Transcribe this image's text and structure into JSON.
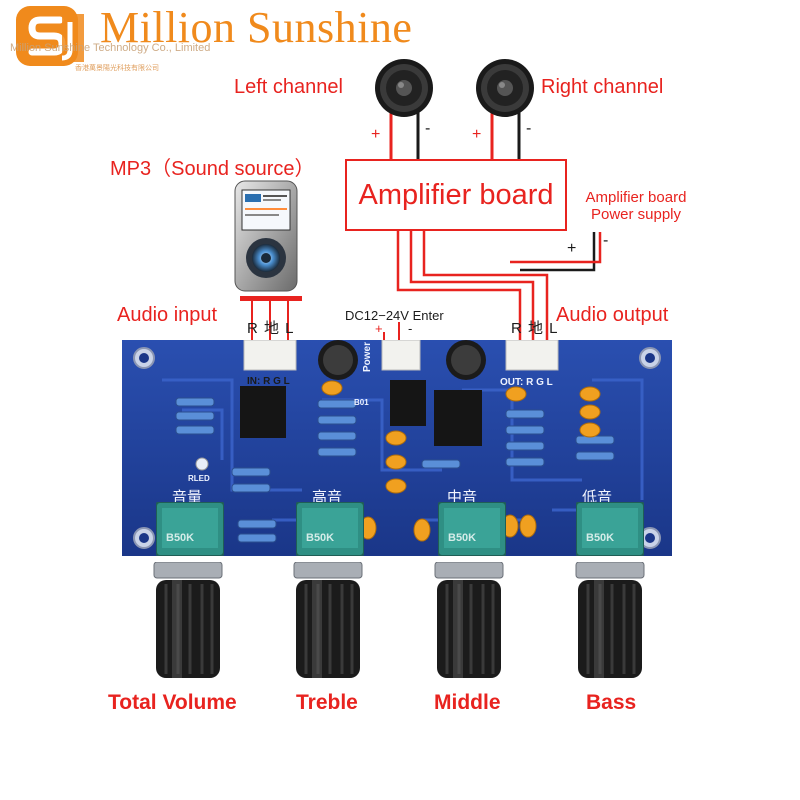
{
  "brand": {
    "name": "Million Sunshine",
    "subtitle": "Million Sunshine Technology Co., Limited",
    "subtitle_cn": "香港萬景陽光科技有限公司"
  },
  "speakers": {
    "left_label": "Left channel",
    "right_label": "Right channel",
    "plus": "+",
    "minus": "-"
  },
  "source": {
    "label": "MP3（Sound source）"
  },
  "amplifier": {
    "label": "Amplifier board",
    "power_label_line1": "Amplifier board",
    "power_label_line2": "Power supply",
    "plus": "+",
    "minus": "-"
  },
  "audio_input": {
    "label": "Audio input",
    "pins": "R 地 L"
  },
  "power_input": {
    "label": "DC12−24V Enter",
    "plus": "+",
    "minus": "-"
  },
  "audio_output": {
    "label": "Audio output",
    "pins": "R 地 L"
  },
  "pcb": {
    "in_pins": "IN: R  G  L",
    "out_pins": "OUT: R  G  L",
    "power_text": "Power",
    "rled": "RLED",
    "b01": "B01",
    "pot_labels_cn": [
      "音量",
      "高音",
      "中音",
      "低音"
    ],
    "pot_code": "B50K"
  },
  "knobs": [
    {
      "label": "Total Volume"
    },
    {
      "label": "Treble"
    },
    {
      "label": "Middle"
    },
    {
      "label": "Bass"
    }
  ],
  "colors": {
    "accent": "#e8231f",
    "brand": "#f08a1c",
    "pcb": "#1f3f9a",
    "pot": "#2f8f84"
  }
}
